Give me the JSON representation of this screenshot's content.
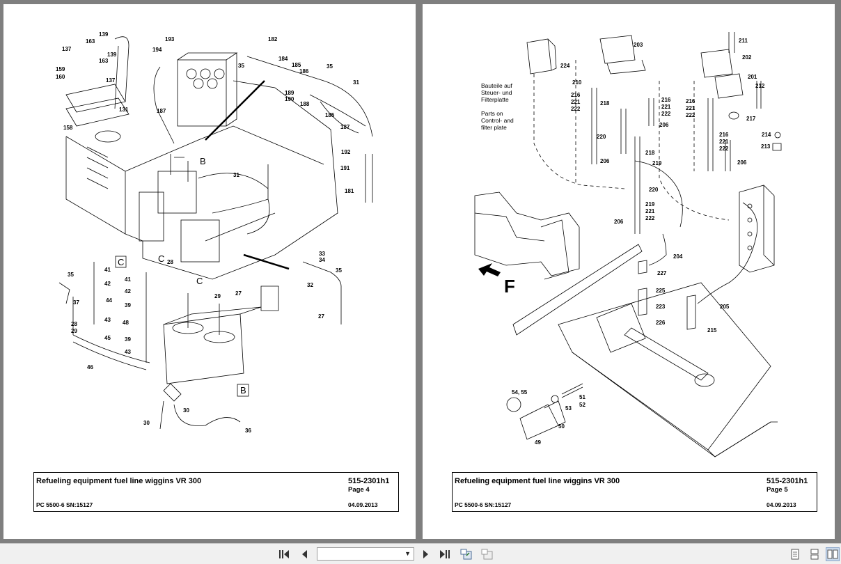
{
  "document": {
    "pages": [
      {
        "title": "Refueling equipment fuel line wiggins VR 300",
        "doc_number": "515-2301h1",
        "page_label": "Page 4",
        "model": "PC 5500-6 SN:15127",
        "date": "04.09.2013",
        "callouts": [
          "139",
          "163",
          "137",
          "139",
          "163",
          "159",
          "160",
          "137",
          "131",
          "158",
          "193",
          "194",
          "187",
          "182",
          "35",
          "184",
          "185",
          "186",
          "35",
          "31",
          "189",
          "190",
          "188",
          "185",
          "187",
          "192",
          "191",
          "181",
          "31",
          "B",
          "C",
          "28",
          "C",
          "29",
          "27",
          "33",
          "34",
          "32",
          "35",
          "27",
          "41",
          "42",
          "44",
          "43",
          "45",
          "37",
          "28",
          "29",
          "46",
          "35",
          "41",
          "42",
          "39",
          "48",
          "39",
          "43",
          "30",
          "30",
          "36"
        ],
        "section_labels": [
          "C",
          "B"
        ]
      },
      {
        "title": "Refueling equipment fuel line wiggins VR 300",
        "doc_number": "515-2301h1",
        "page_label": "Page 5",
        "model": "PC 5500-6 SN:15127",
        "date": "04.09.2013",
        "note_de": [
          "Bauteile auf",
          "Steuer- und",
          "Filterplatte"
        ],
        "note_en": [
          "Parts on",
          "Control- and",
          "filter plate"
        ],
        "callouts": [
          "203",
          "224",
          "210",
          "216",
          "221",
          "222",
          "218",
          "220",
          "206",
          "216",
          "221",
          "222",
          "206",
          "218",
          "219",
          "220",
          "219",
          "221",
          "222",
          "206",
          "211",
          "202",
          "201",
          "212",
          "216",
          "221",
          "222",
          "217",
          "214",
          "216",
          "221",
          "222",
          "213",
          "206",
          "204",
          "227",
          "225",
          "223",
          "226",
          "205",
          "215",
          "54, 55",
          "51",
          "52",
          "53",
          "50",
          "49"
        ],
        "direction_label": "F"
      }
    ]
  },
  "toolbar": {
    "current_page": "",
    "buttons": [
      "first-page",
      "previous-page",
      "next-page",
      "last-page",
      "fit-page",
      "fit-width"
    ],
    "view_modes": [
      "single-page",
      "continuous",
      "two-page"
    ]
  },
  "colors": {
    "background": "#7f7f7f",
    "page": "#ffffff",
    "toolbar": "#f0f0f0",
    "ink": "#000000"
  }
}
